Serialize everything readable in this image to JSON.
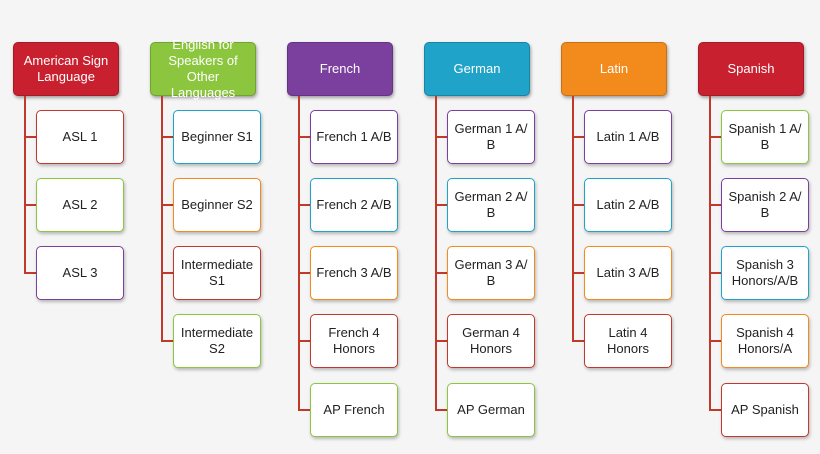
{
  "colors": {
    "asl": "#c8202f",
    "esol": "#8cc63f",
    "french": "#7b3f9e",
    "german": "#1fa3c8",
    "latin": "#f28a1c",
    "spanish": "#c8202f",
    "connector": "#c0392b",
    "child_border_red": "#c0392b",
    "child_border_green": "#8cc63f",
    "child_border_purple": "#7b3f9e",
    "child_border_blue": "#1fa3c8",
    "child_border_orange": "#f28a1c"
  },
  "columns": [
    {
      "title": "American Sign Language",
      "color": "#c8202f",
      "items": [
        {
          "label": "ASL 1",
          "border": "#c0392b"
        },
        {
          "label": "ASL 2",
          "border": "#8cc63f"
        },
        {
          "label": "ASL 3",
          "border": "#7b3f9e"
        }
      ]
    },
    {
      "title": "English for Speakers of Other Languages",
      "color": "#8cc63f",
      "items": [
        {
          "label": "Beginner S1",
          "border": "#1fa3c8"
        },
        {
          "label": "Beginner S2",
          "border": "#f28a1c"
        },
        {
          "label": "Intermediate S1",
          "border": "#c0392b"
        },
        {
          "label": "Intermediate S2",
          "border": "#8cc63f"
        }
      ]
    },
    {
      "title": "French",
      "color": "#7b3f9e",
      "items": [
        {
          "label": "French 1 A/B",
          "border": "#7b3f9e"
        },
        {
          "label": "French 2 A/B",
          "border": "#1fa3c8"
        },
        {
          "label": "French 3 A/B",
          "border": "#f28a1c"
        },
        {
          "label": "French 4 Honors",
          "border": "#c0392b"
        },
        {
          "label": "AP French",
          "border": "#8cc63f"
        }
      ]
    },
    {
      "title": "German",
      "color": "#1fa3c8",
      "items": [
        {
          "label": "German 1 A/ B",
          "border": "#7b3f9e"
        },
        {
          "label": "German 2 A/ B",
          "border": "#1fa3c8"
        },
        {
          "label": "German 3 A/ B",
          "border": "#f28a1c"
        },
        {
          "label": "German 4 Honors",
          "border": "#c0392b"
        },
        {
          "label": "AP German",
          "border": "#8cc63f"
        }
      ]
    },
    {
      "title": "Latin",
      "color": "#f28a1c",
      "items": [
        {
          "label": "Latin 1 A/B",
          "border": "#7b3f9e"
        },
        {
          "label": "Latin 2 A/B",
          "border": "#1fa3c8"
        },
        {
          "label": "Latin 3 A/B",
          "border": "#f28a1c"
        },
        {
          "label": "Latin 4 Honors",
          "border": "#c0392b"
        }
      ]
    },
    {
      "title": "Spanish",
      "color": "#c8202f",
      "items": [
        {
          "label": "Spanish 1 A/ B",
          "border": "#8cc63f"
        },
        {
          "label": "Spanish 2 A/ B",
          "border": "#7b3f9e"
        },
        {
          "label": "Spanish 3 Honors/A/B",
          "border": "#1fa3c8"
        },
        {
          "label": "Spanish 4 Honors/A",
          "border": "#f28a1c"
        },
        {
          "label": "AP Spanish",
          "border": "#c0392b"
        }
      ]
    }
  ]
}
